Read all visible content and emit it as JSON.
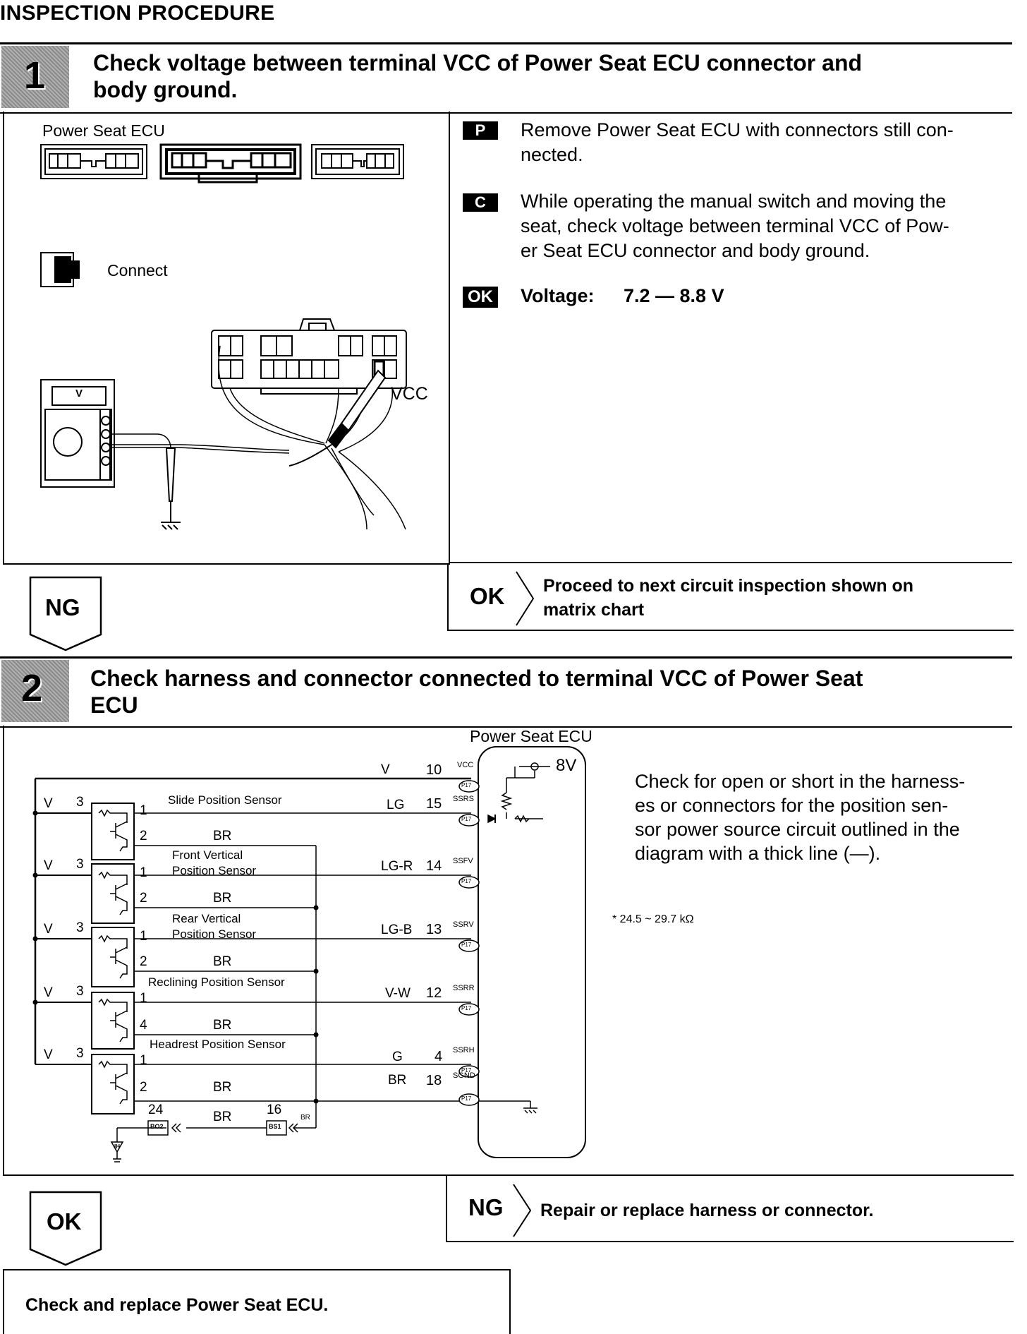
{
  "page_heading": "INSPECTION PROCEDURE",
  "step1": {
    "number": "1",
    "title_line1": "Check voltage between terminal VCC of Power Seat ECU connector and",
    "title_line2": "body ground.",
    "diagram": {
      "ecu_label": "Power Seat ECU",
      "connect_label": "Connect",
      "vcc_label": "VCC",
      "meter_label": "V"
    },
    "instructions": [
      {
        "tag": "P",
        "text_line1": "Remove Power Seat ECU with connectors still con-",
        "text_line2": "nected."
      },
      {
        "tag": "C",
        "text_line1": "While operating the manual switch and moving the",
        "text_line2": "seat, check voltage between terminal VCC of Pow-",
        "text_line3": "er Seat ECU connector and body ground."
      }
    ],
    "ok_tag": "OK",
    "spec_label": "Voltage:",
    "spec_value": "7.2 — 8.8 V",
    "ng_label": "NG",
    "ok_label": "OK",
    "ok_result_line1": "Proceed to next circuit inspection shown on",
    "ok_result_line2": "matrix chart"
  },
  "step2": {
    "number": "2",
    "title_line1": "Check harness and connector connected to terminal VCC of Power Seat",
    "title_line2": "ECU",
    "diagram": {
      "ecu_label": "Power Seat ECU",
      "supply": "8V",
      "sensors": [
        {
          "name_line1": "Slide Position Sensor",
          "name_line2": "",
          "pin_top": "1",
          "pin_bottom": "2"
        },
        {
          "name_line1": "Front Vertical",
          "name_line2": "Position Sensor",
          "pin_top": "1",
          "pin_bottom": "2"
        },
        {
          "name_line1": "Rear Vertical",
          "name_line2": "Position Sensor",
          "pin_top": "1",
          "pin_bottom": "2"
        },
        {
          "name_line1": "Reclining Position Sensor",
          "name_line2": "",
          "pin_top": "1",
          "pin_bottom": "4"
        },
        {
          "name_line1": "Headrest Position Sensor",
          "name_line2": "",
          "pin_top": "1",
          "pin_bottom": "2"
        }
      ],
      "left_wire": "V",
      "left_pin": "3",
      "ground_wire": "BR",
      "wires": [
        {
          "color": "V",
          "pin": "10",
          "terminal": "VCC",
          "connector": "P17"
        },
        {
          "color": "LG",
          "pin": "15",
          "terminal": "SSRS",
          "connector": "P17"
        },
        {
          "color": "LG-R",
          "pin": "14",
          "terminal": "SSFV",
          "connector": "P17"
        },
        {
          "color": "LG-B",
          "pin": "13",
          "terminal": "SSRV",
          "connector": "P17"
        },
        {
          "color": "V-W",
          "pin": "12",
          "terminal": "SSRR",
          "connector": "P17"
        },
        {
          "color": "G",
          "pin": "4",
          "terminal": "SSRH",
          "connector": "P17"
        },
        {
          "color": "BR",
          "pin": "18",
          "terminal": "SGND",
          "connector": "P17"
        }
      ],
      "connector_b02": "BO2",
      "connector_bs1": "BS1",
      "pin_24": "24",
      "pin_16": "16",
      "bs1_wire": "BR",
      "ground_ref": "IH",
      "resistor_note": "* 24.5 ~ 29.7 kΩ"
    },
    "description_line1": "Check for open or short in the harness-",
    "description_line2": "es or connectors for the position sen-",
    "description_line3": "sor power source circuit outlined in the",
    "description_line4": "diagram with a thick line (—).",
    "ok_label": "OK",
    "ng_label": "NG",
    "ng_result": "Repair or replace harness or connector."
  },
  "final_box": "Check and replace Power Seat ECU."
}
